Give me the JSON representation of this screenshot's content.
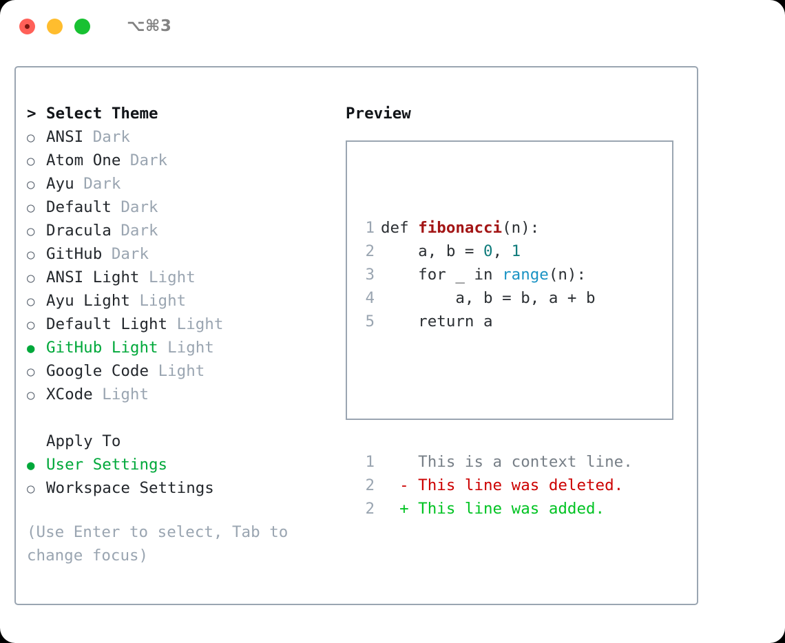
{
  "titlebar": {
    "shortcut": "⌥⌘3",
    "dots": [
      "close",
      "minimize",
      "maximize"
    ]
  },
  "theme_section": {
    "header_prefix": ">",
    "header": "Select Theme",
    "marker_off": "○",
    "marker_on": "●",
    "items": [
      {
        "name": "ANSI",
        "variant": "Dark",
        "selected": false
      },
      {
        "name": "Atom One",
        "variant": "Dark",
        "selected": false
      },
      {
        "name": "Ayu",
        "variant": "Dark",
        "selected": false
      },
      {
        "name": "Default",
        "variant": "Dark",
        "selected": false
      },
      {
        "name": "Dracula",
        "variant": "Dark",
        "selected": false
      },
      {
        "name": "GitHub",
        "variant": "Dark",
        "selected": false
      },
      {
        "name": "ANSI Light",
        "variant": "Light",
        "selected": false
      },
      {
        "name": "Ayu Light",
        "variant": "Light",
        "selected": false
      },
      {
        "name": "Default Light",
        "variant": "Light",
        "selected": false
      },
      {
        "name": "GitHub Light",
        "variant": "Light",
        "selected": true
      },
      {
        "name": "Google Code",
        "variant": "Light",
        "selected": false
      },
      {
        "name": "XCode",
        "variant": "Light",
        "selected": false
      }
    ]
  },
  "apply_section": {
    "header": "Apply To",
    "items": [
      {
        "name": "User Settings",
        "selected": true
      },
      {
        "name": "Workspace Settings",
        "selected": false
      }
    ]
  },
  "hint": "(Use Enter to select, Tab to change focus)",
  "preview": {
    "title": "Preview",
    "code_lines": [
      {
        "no": "1",
        "tokens": [
          {
            "t": "def ",
            "c": "plain"
          },
          {
            "t": "fibonacci",
            "c": "func"
          },
          {
            "t": "(n):",
            "c": "plain"
          }
        ]
      },
      {
        "no": "2",
        "tokens": [
          {
            "t": "    a, b = ",
            "c": "plain"
          },
          {
            "t": "0",
            "c": "num"
          },
          {
            "t": ", ",
            "c": "plain"
          },
          {
            "t": "1",
            "c": "num"
          }
        ]
      },
      {
        "no": "3",
        "tokens": [
          {
            "t": "    for _ in ",
            "c": "plain"
          },
          {
            "t": "range",
            "c": "builtin"
          },
          {
            "t": "(n):",
            "c": "plain"
          }
        ]
      },
      {
        "no": "4",
        "tokens": [
          {
            "t": "        a, b = b, a + b",
            "c": "plain"
          }
        ]
      },
      {
        "no": "5",
        "tokens": [
          {
            "t": "    return a",
            "c": "plain"
          }
        ]
      }
    ],
    "diff_lines": [
      {
        "no": "1",
        "sign": " ",
        "text": "This is a context line.",
        "kind": "ctx"
      },
      {
        "no": "2",
        "sign": "-",
        "text": "This line was deleted.",
        "kind": "del"
      },
      {
        "no": "2",
        "sign": "+",
        "text": "This line was added.",
        "kind": "add"
      }
    ]
  },
  "colors": {
    "accent_green": "#00a83a",
    "diff_add": "#00c322",
    "diff_del": "#cc0000",
    "border": "#9aa5b1",
    "muted": "#9aa5b1",
    "func": "#a31515",
    "number": "#0f7b7b",
    "builtin": "#1a93c4"
  }
}
